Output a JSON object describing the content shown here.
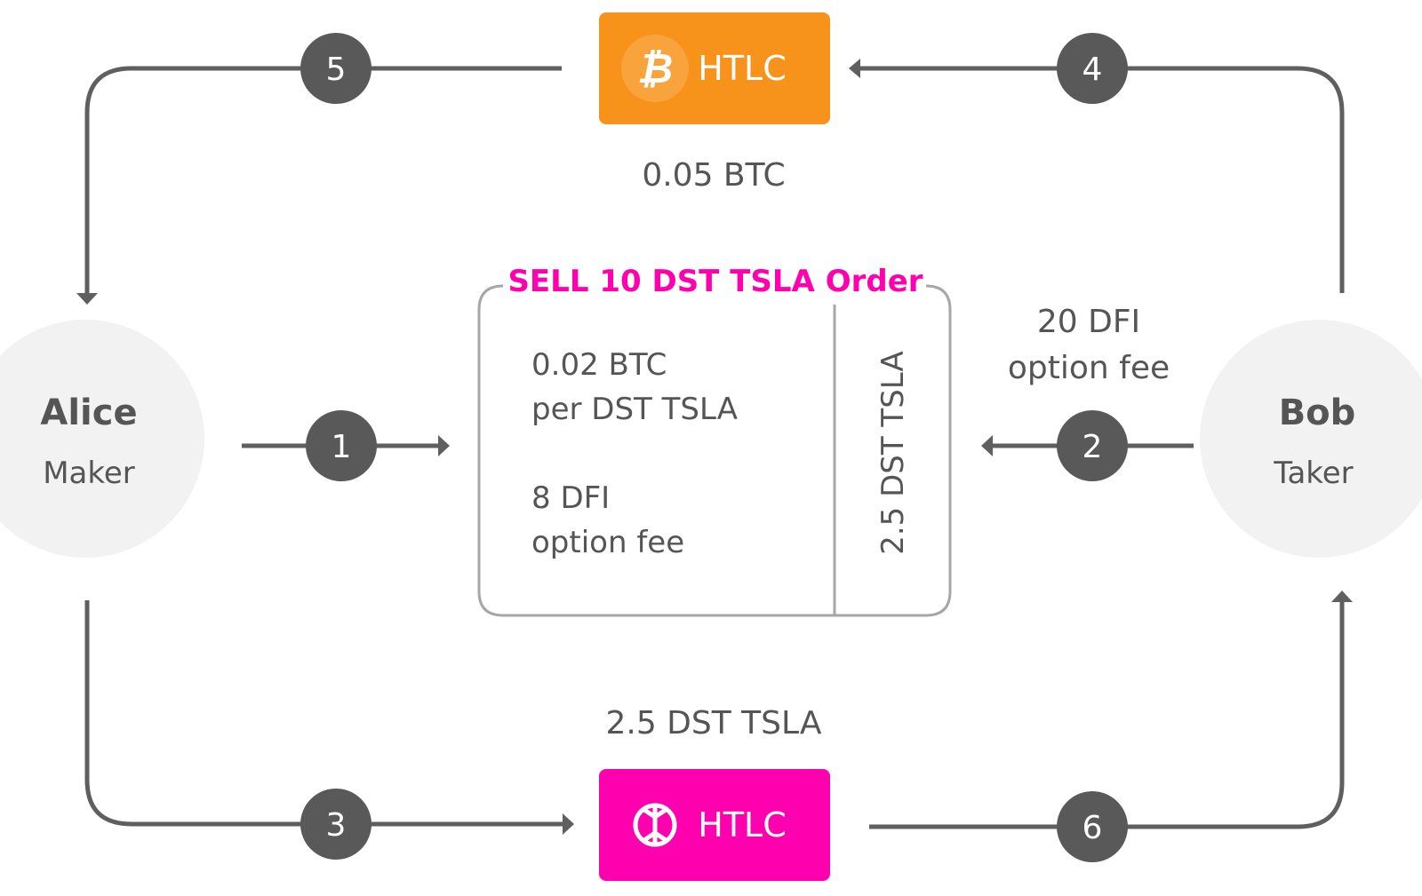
{
  "colors": {
    "line": "#5f5f5f",
    "badge": "#595959",
    "text": "#555555",
    "btc_box": "#f7931a",
    "dfi_box": "#ff00af",
    "order_title": "#ff00af",
    "party_circle": "#f2f2f3",
    "order_border": "#a6a6a6"
  },
  "parties": {
    "alice": {
      "name": "Alice",
      "role": "Maker"
    },
    "bob": {
      "name": "Bob",
      "role": "Taker"
    }
  },
  "htlc_btc": {
    "icon": "bitcoin-icon",
    "label": "HTLC",
    "amount": "0.05 BTC"
  },
  "htlc_dfi": {
    "icon": "defichain-icon",
    "label": "HTLC",
    "amount": "2.5 DST TSLA"
  },
  "order": {
    "title": "SELL 10 DST TSLA Order",
    "price_line1": "0.02 BTC",
    "price_line2": "per DST TSLA",
    "fee_line1": "8 DFI",
    "fee_line2": "option fee",
    "side_label": "2.5 DST TSLA"
  },
  "bob_fee": {
    "line1": "20 DFI",
    "line2": "option fee"
  },
  "steps": {
    "s1": "1",
    "s2": "2",
    "s3": "3",
    "s4": "4",
    "s5": "5",
    "s6": "6"
  }
}
